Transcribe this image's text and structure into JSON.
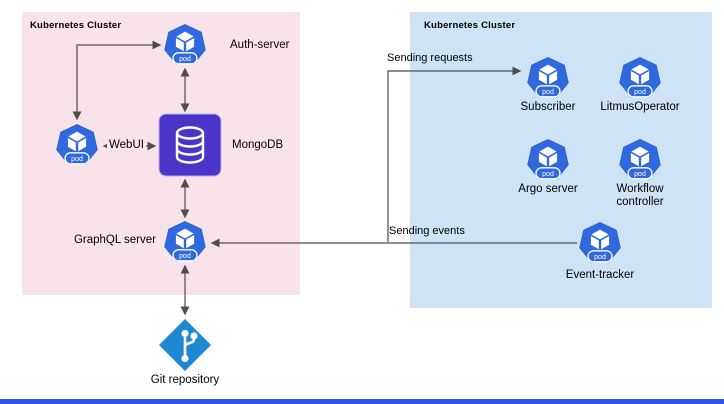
{
  "diagram": {
    "clusters": {
      "left": {
        "label": "Kubernetes Cluster"
      },
      "right": {
        "label": "Kubernetes Cluster"
      }
    },
    "nodes": {
      "auth_server": {
        "label": "Auth-server",
        "badge": "pod"
      },
      "webui": {
        "label": "WebUI",
        "badge": "pod"
      },
      "mongodb": {
        "label": "MongoDB"
      },
      "graphql_server": {
        "label": "GraphQL server",
        "badge": "pod"
      },
      "git_repository": {
        "label": "Git repository"
      },
      "subscriber": {
        "label": "Subscriber",
        "badge": "pod"
      },
      "litmus_operator": {
        "label": "LitmusOperator",
        "badge": "pod"
      },
      "argo_server": {
        "label": "Argo server",
        "badge": "pod"
      },
      "workflow_controller": {
        "label": "Workflow controller",
        "badge": "pod"
      },
      "event_tracker": {
        "label": "Event-tracker",
        "badge": "pod"
      }
    },
    "edges": {
      "sending_requests": {
        "label": "Sending requests"
      },
      "sending_events": {
        "label": "Sending events"
      }
    },
    "colors": {
      "left_cluster_bg": "#f9e3ea",
      "right_cluster_bg": "#cfe3f6",
      "pod_blue": "#3069de",
      "mongodb_purple": "#4b35c9",
      "git_blue": "#1e88d2",
      "arrow": "#4d4d4d",
      "accent_bar": "#2f54eb"
    }
  }
}
